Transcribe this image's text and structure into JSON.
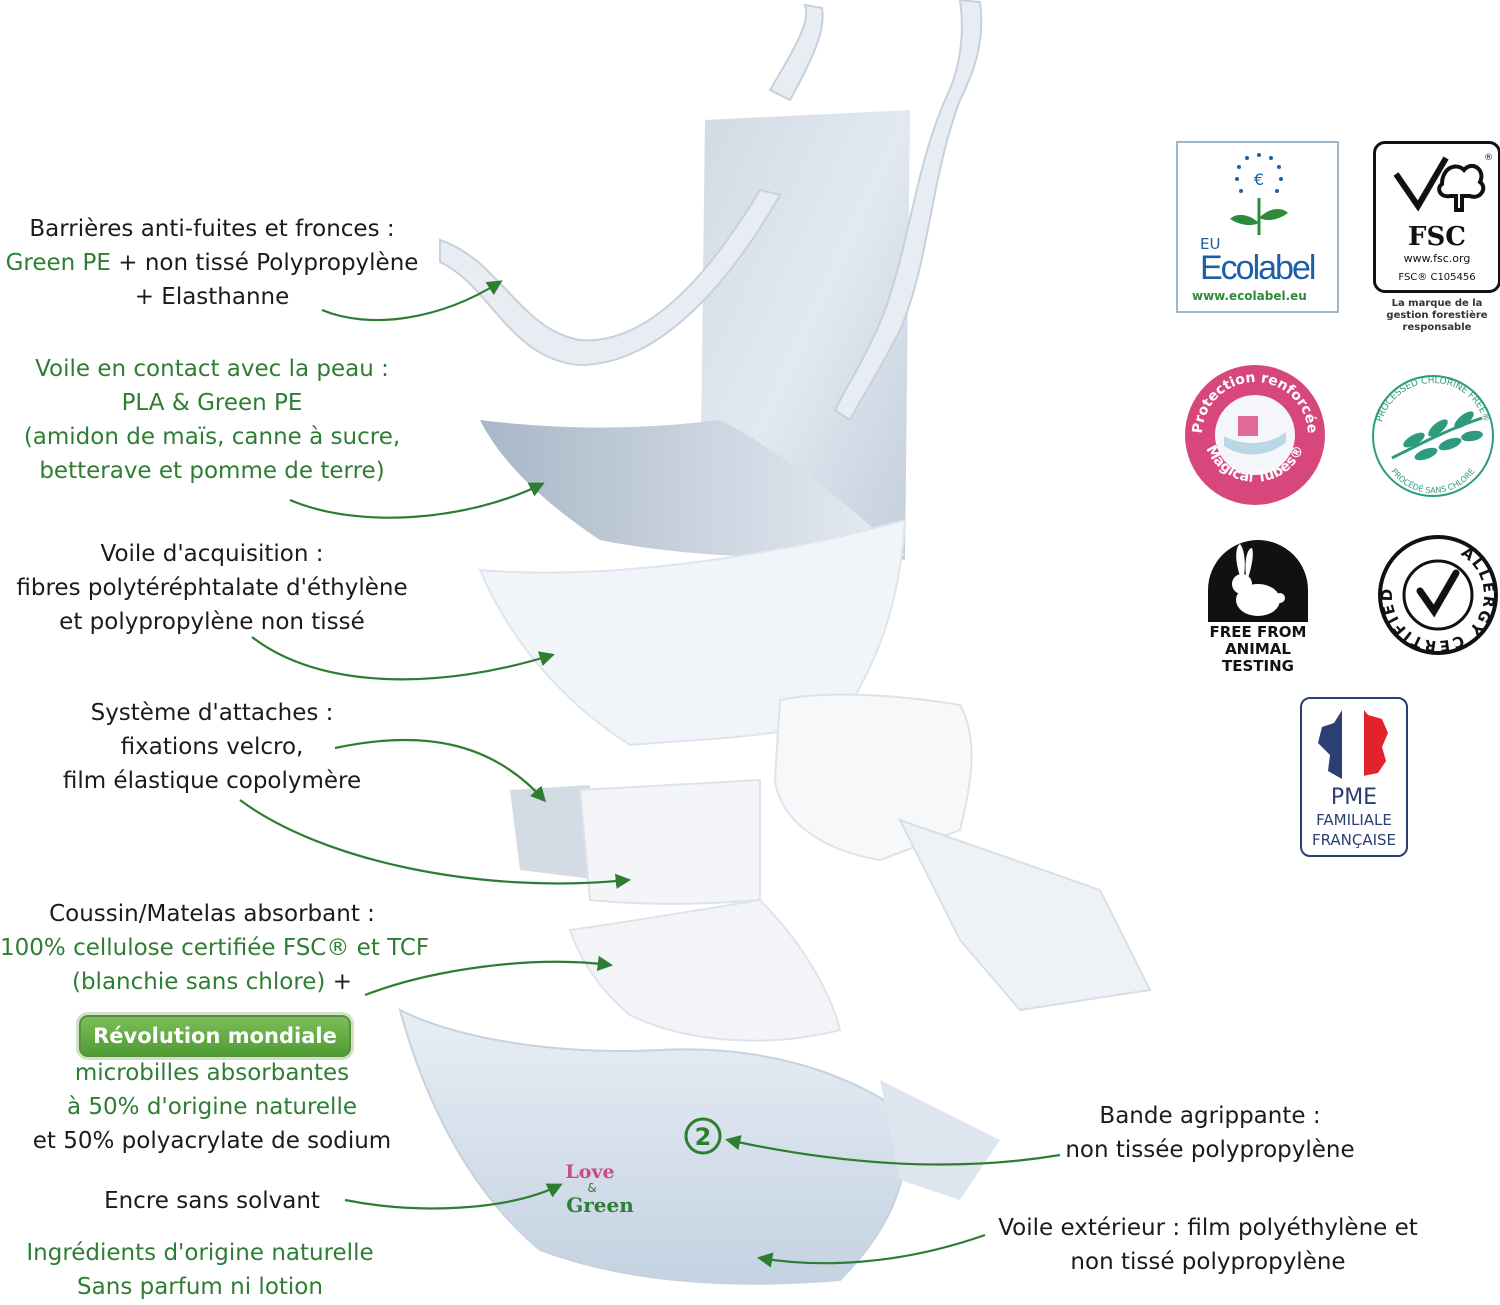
{
  "annotations": {
    "barrieres": {
      "title": "Barrières anti-fuites et fronces :",
      "line2_green": "Green PE",
      "line2_rest": " + non tissé Polypropylène",
      "line3": "+ Elasthanne"
    },
    "voile_contact": {
      "line1": "Voile en contact avec la peau :",
      "line2": "PLA & Green PE",
      "line3": "(amidon de maïs, canne à sucre,",
      "line4": "betterave et pomme de terre)"
    },
    "voile_acquisition": {
      "line1": "Voile d'acquisition :",
      "line2": "fibres polytéréphtalate d'éthylène",
      "line3": "et polypropylène non tissé"
    },
    "attaches": {
      "line1": "Système d'attaches :",
      "line2": "fixations velcro,",
      "line3": "film élastique copolymère"
    },
    "coussin": {
      "line1": "Coussin/Matelas absorbant :",
      "line2": "100% cellulose certifiée FSC® et TCF",
      "line3_green": "(blanchie sans chlore)",
      "line3_rest": " +",
      "badge": "Révolution mondiale",
      "line5": "microbilles absorbantes",
      "line6": "à 50% d'origine naturelle",
      "line7": "et 50% polyacrylate de sodium"
    },
    "encre": {
      "line1": "Encre sans solvant"
    },
    "ingredients": {
      "line1": "Ingrédients d'origine naturelle",
      "line2": "Sans parfum ni lotion"
    },
    "bande": {
      "line1": "Bande agrippante :",
      "line2": "non tissée polypropylène"
    },
    "voile_exterieur": {
      "line1": "Voile extérieur : film polyéthylène et",
      "line2": "non tissé polypropylène"
    }
  },
  "product_marks": {
    "size_number": "2",
    "brand_top": "Love",
    "brand_amp": "&",
    "brand_bottom": "Green"
  },
  "logos": {
    "ecolabel": {
      "eu": "EU",
      "name": "Ecolabel",
      "url": "www.ecolabel.eu"
    },
    "fsc": {
      "name": "FSC",
      "url": "www.fsc.org",
      "code": "FSC® C105456",
      "note": "La marque de la gestion forestière responsable"
    },
    "magical_tubes": {
      "top": "Protection renforcée",
      "bottom": "Magical Tubes®"
    },
    "chlorine": {
      "top": "PROCESSED CHLORINE FREE®",
      "bottom": "PROCÉDÉ SANS CHLORE"
    },
    "animal": {
      "text_lines": [
        "FREE FROM",
        "ANIMAL",
        "TESTING"
      ]
    },
    "allergy": {
      "text": "ALLERGY CERTIFIED"
    },
    "pme": {
      "line1": "PME",
      "line2": "FAMILIALE",
      "line3": "FRANÇAISE"
    }
  },
  "colors": {
    "green_text": "#2e7d32",
    "dark_text": "#1b1b1b",
    "arrow": "#2e7d32",
    "diaper_blue": "#b9c8d8",
    "ecolabel_blue": "#1d5fa6",
    "magical_pink": "#d8477b",
    "pme_blue": "#2b3f73",
    "france_red": "#e4222b"
  }
}
